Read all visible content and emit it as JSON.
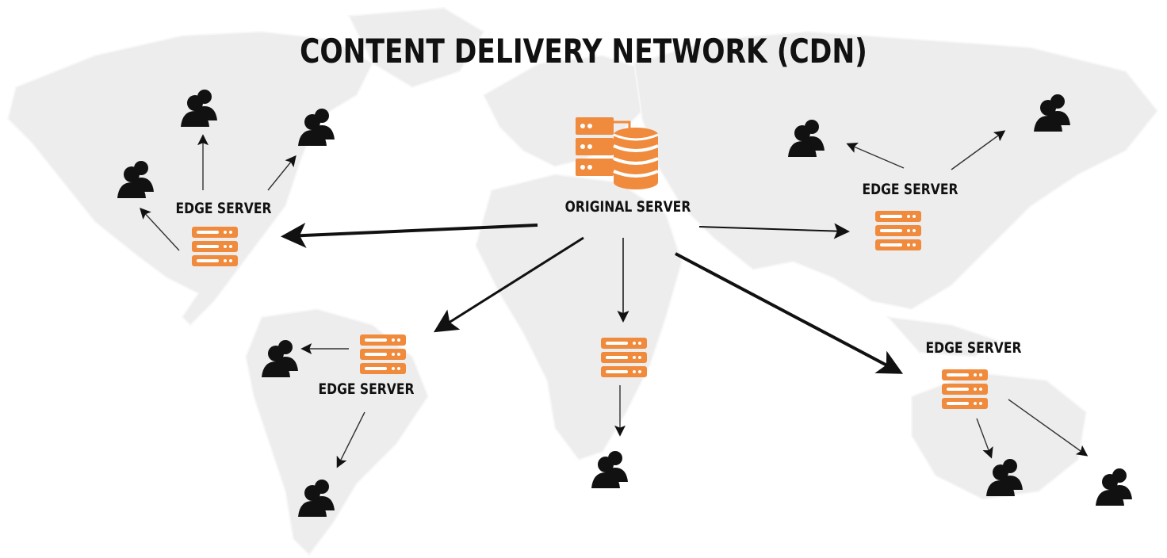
{
  "title": "CONTENT DELIVERY NETWORK (CDN)",
  "colors": {
    "server": "#f08a3c",
    "server_slot": "#ffffff",
    "users": "#111111",
    "arrows": "#111111",
    "map": "#ececec"
  },
  "icons": {
    "origin": "origin-server-database-icon",
    "edge": "edge-server-rack-icon",
    "users": "user-group-icon"
  },
  "nodes": {
    "origin": {
      "label": "ORIGINAL SERVER"
    },
    "edge_north_america": {
      "label": "EDGE SERVER"
    },
    "edge_asia": {
      "label": "EDGE SERVER"
    },
    "edge_south_america": {
      "label": "EDGE SERVER"
    },
    "edge_africa": {
      "label": ""
    },
    "edge_australia": {
      "label": "EDGE SERVER"
    }
  },
  "connections": [
    {
      "from": "origin",
      "to": "edge_north_america",
      "weight": "heavy"
    },
    {
      "from": "origin",
      "to": "edge_asia",
      "weight": "light"
    },
    {
      "from": "origin",
      "to": "edge_south_america",
      "weight": "medium"
    },
    {
      "from": "origin",
      "to": "edge_africa",
      "weight": "light"
    },
    {
      "from": "origin",
      "to": "edge_australia",
      "weight": "heavy"
    },
    {
      "from": "edge_north_america",
      "to": "users",
      "weight": "thin",
      "count": 3
    },
    {
      "from": "edge_asia",
      "to": "users",
      "weight": "thin",
      "count": 2
    },
    {
      "from": "edge_south_america",
      "to": "users",
      "weight": "thin",
      "count": 2
    },
    {
      "from": "edge_africa",
      "to": "users",
      "weight": "thin",
      "count": 1
    },
    {
      "from": "edge_australia",
      "to": "users",
      "weight": "thin",
      "count": 2
    }
  ]
}
